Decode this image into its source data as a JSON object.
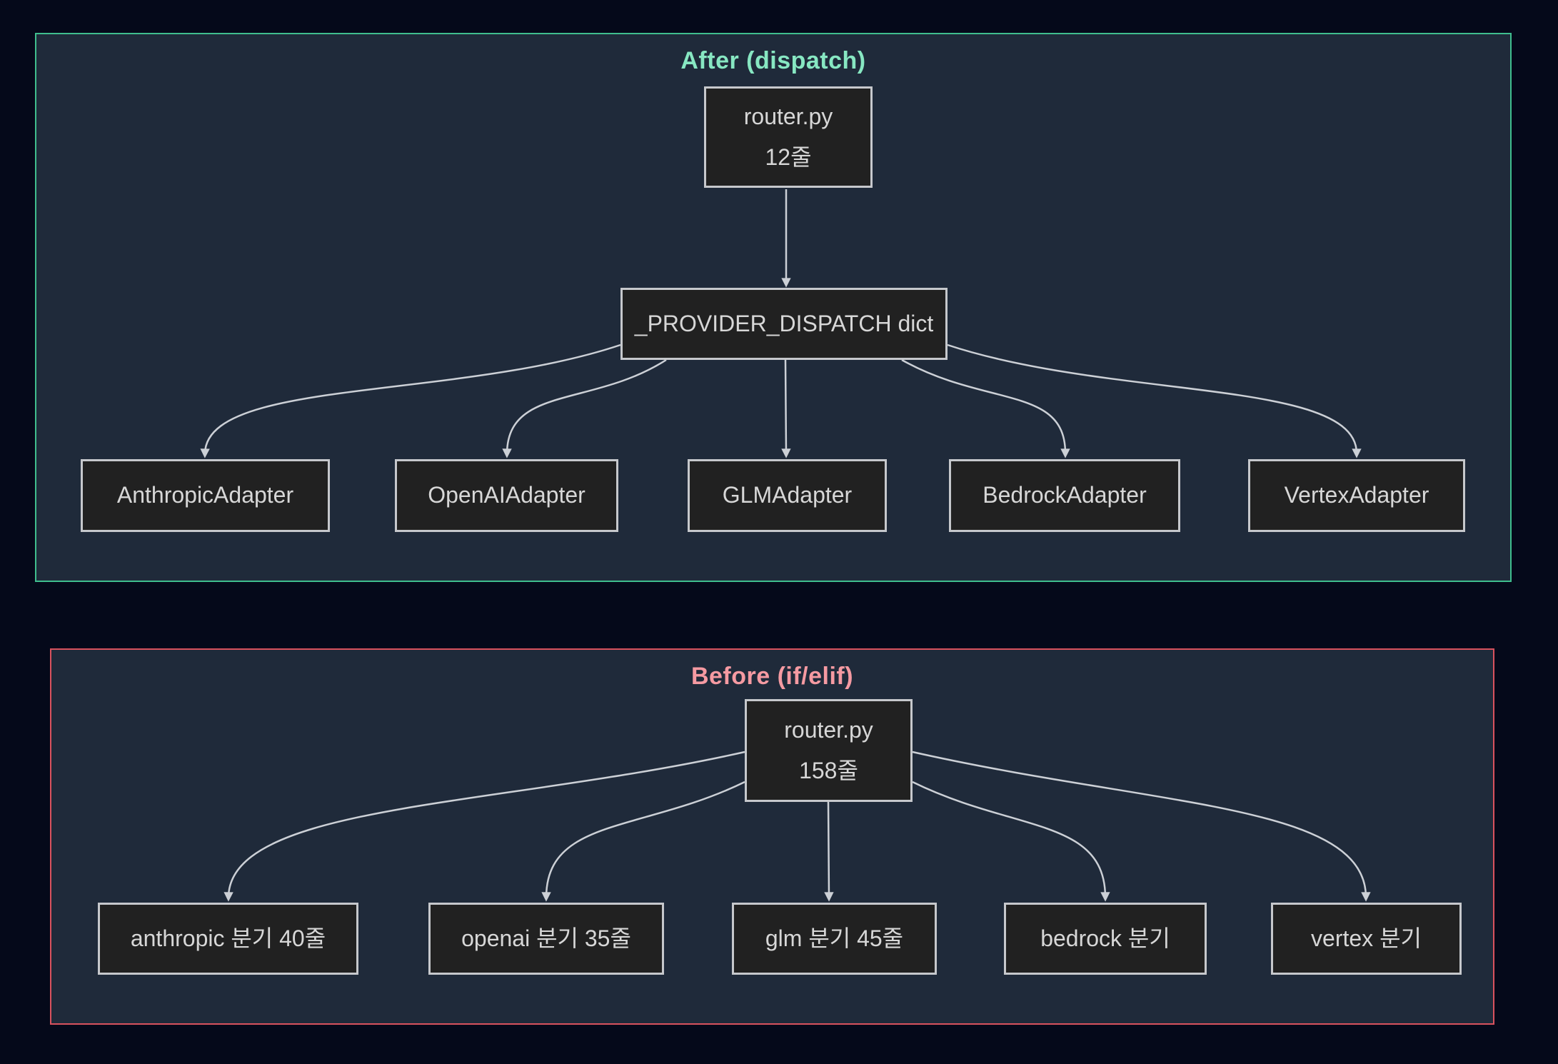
{
  "colors": {
    "page_bg": "#05091a",
    "cluster_bg": "#1f2a3a",
    "after_border": "#3fbe8e",
    "after_title": "#87e7c2",
    "before_border": "#d9525e",
    "before_title": "#f59aa2",
    "node_bg": "#212121",
    "node_border": "#c6c8cc",
    "node_text": "#d7d7d7",
    "edge_color": "#ccd0d6"
  },
  "after": {
    "title": "After (dispatch)",
    "nodes": {
      "router": {
        "line1": "router.py",
        "line2": "12줄"
      },
      "dispatch": {
        "label": "_PROVIDER_DISPATCH dict"
      },
      "anthropic": {
        "label": "AnthropicAdapter"
      },
      "openai": {
        "label": "OpenAIAdapter"
      },
      "glm": {
        "label": "GLMAdapter"
      },
      "bedrock": {
        "label": "BedrockAdapter"
      },
      "vertex": {
        "label": "VertexAdapter"
      }
    }
  },
  "before": {
    "title": "Before (if/elif)",
    "nodes": {
      "router": {
        "line1": "router.py",
        "line2": "158줄"
      },
      "anthropic": {
        "label": "anthropic 분기 40줄"
      },
      "openai": {
        "label": "openai 분기 35줄"
      },
      "glm": {
        "label": "glm 분기 45줄"
      },
      "bedrock": {
        "label": "bedrock 분기"
      },
      "vertex": {
        "label": "vertex 분기"
      }
    }
  }
}
